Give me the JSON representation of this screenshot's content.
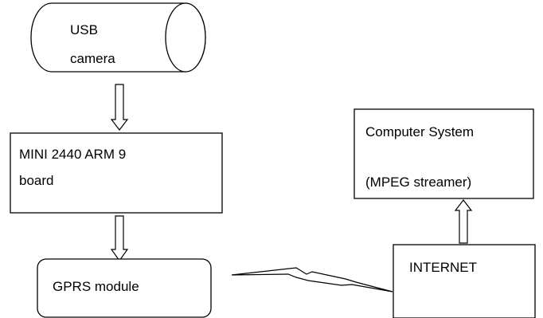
{
  "colors": {
    "stroke": "#000000",
    "fill": "#ffffff",
    "text": "#000000"
  },
  "nodes": {
    "usb_camera": {
      "line1": "USB",
      "line2": "camera"
    },
    "arm_board": {
      "line1": "MINI 2440 ARM 9",
      "line2": "board"
    },
    "gprs_module": {
      "label": "GPRS module"
    },
    "internet": {
      "label": "INTERNET"
    },
    "computer_system": {
      "line1": "Computer System",
      "line2": "(MPEG streamer)"
    }
  }
}
